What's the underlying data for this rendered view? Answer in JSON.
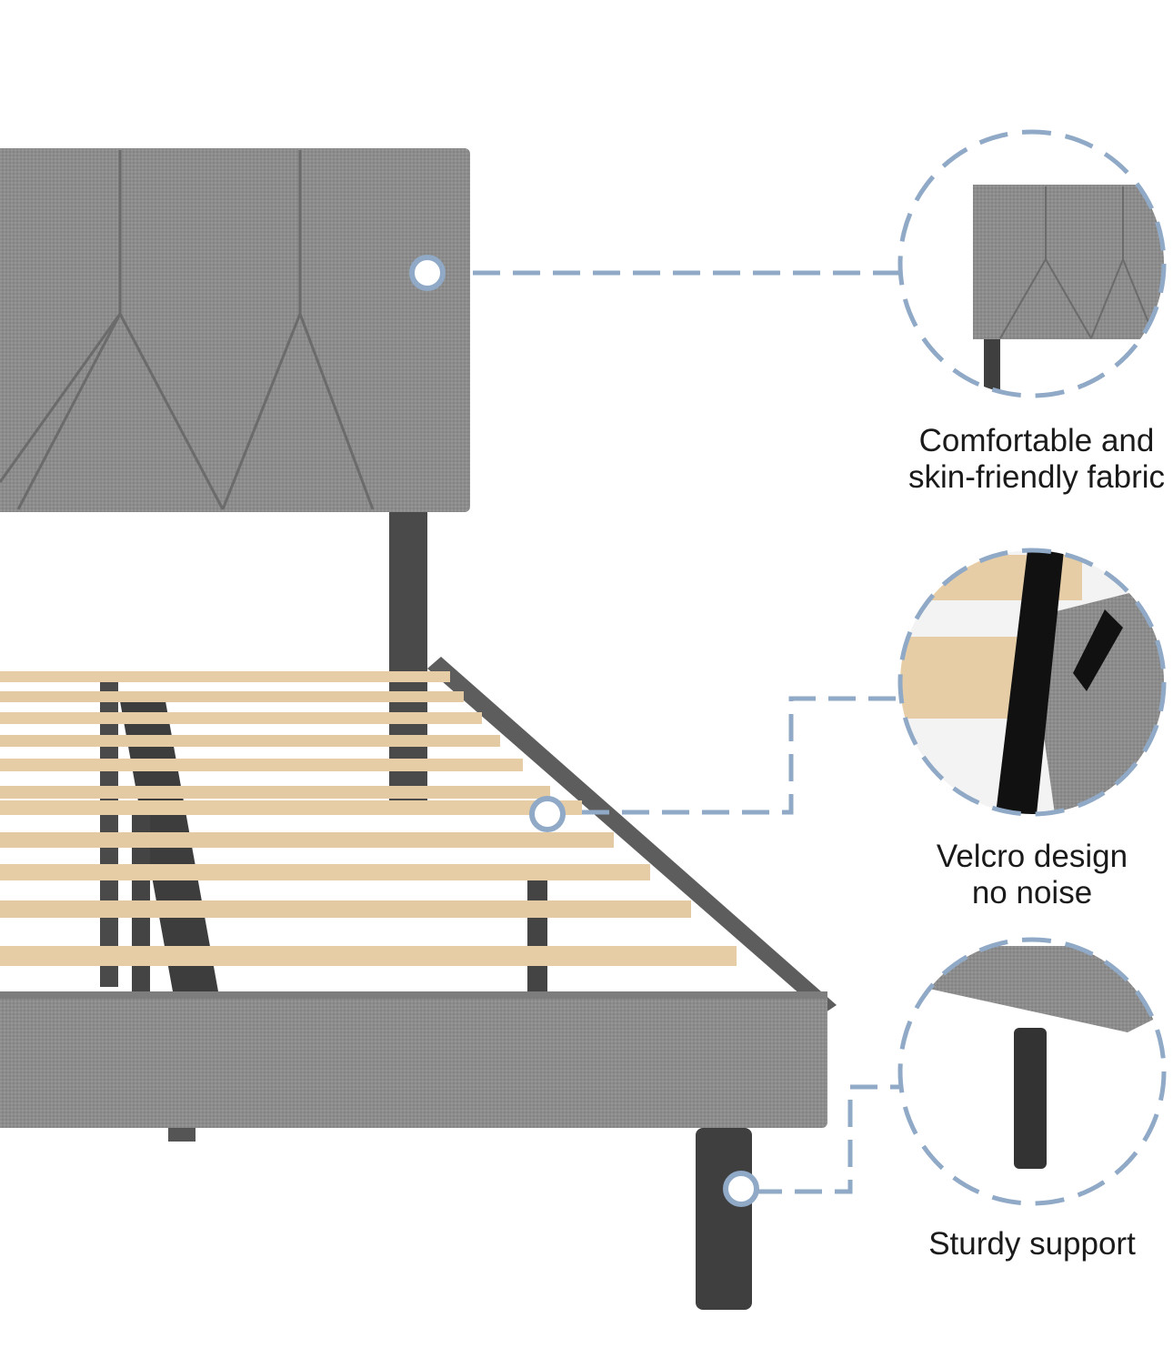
{
  "colors": {
    "accent_dash": "#8fa9c6",
    "fabric_gray": "#8a8a8a",
    "fabric_dark": "#6e6e6e",
    "slat_wood": "#e3c9a0",
    "metal_dark": "#3a3a3a",
    "background": "#ffffff"
  },
  "callouts": [
    {
      "id": "fabric",
      "line1": "Comfortable and",
      "line2": "skin-friendly fabric"
    },
    {
      "id": "velcro",
      "line1": "Velcro design",
      "line2": "no noise"
    },
    {
      "id": "support",
      "line1": "Sturdy support",
      "line2": ""
    }
  ]
}
